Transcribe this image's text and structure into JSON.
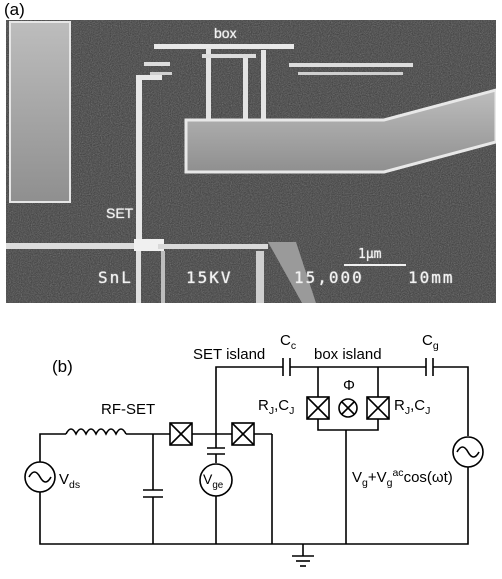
{
  "panel_a": {
    "label": "(a)",
    "box_label": "box",
    "set_label": "SET",
    "scale_label": "1μm",
    "info": {
      "sample": "SnL",
      "voltage": "15KV",
      "magnification": "15,000",
      "working_distance": "10mm"
    }
  },
  "panel_b": {
    "label": "(b)",
    "set_island": "SET island",
    "cc": "C",
    "cc_sub": "c",
    "box_island": "box island",
    "cg": "C",
    "cg_sub": "g",
    "rf_set": "RF-SET",
    "rj_left_r": "R",
    "rj_left_r_sub": "J",
    "rj_left_c": ",C",
    "rj_left_c_sub": "J",
    "rj_right_r": "R",
    "rj_right_r_sub": "J",
    "rj_right_c": ",C",
    "rj_right_c_sub": "J",
    "phi": "Φ",
    "vds": "V",
    "vds_sub": "ds",
    "vge": "V",
    "vge_sub": "ge",
    "vg_expr": {
      "v1": "V",
      "v1_sub": "g",
      "plus": "+V",
      "v2_sub": "g",
      "v2_sup": "ac",
      "cos": "cos(ωt)"
    }
  }
}
